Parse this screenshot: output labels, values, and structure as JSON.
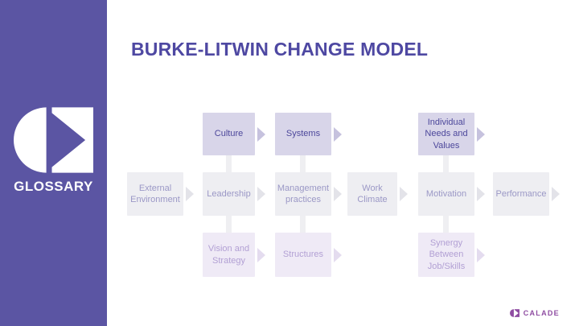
{
  "title": "BURKE-LITWIN CHANGE MODEL",
  "sidebar": {
    "label": "GLOSSARY",
    "logo_icon": "calade-mark"
  },
  "diagram": {
    "boxes": {
      "culture": "Culture",
      "systems": "Systems",
      "individual_needs": "Individual Needs and Values",
      "external_environment": "External Environment",
      "leadership": "Leadership",
      "management_practices": "Management practices",
      "work_climate": "Work Climate",
      "motivation": "Motivation",
      "performance": "Performance",
      "vision_strategy": "Vision and Strategy",
      "structures": "Structures",
      "synergy": "Synergy Between Job/Skills"
    }
  },
  "footer": {
    "brand": "CALADE",
    "logo_icon": "calade-mark"
  },
  "colors": {
    "sidebar_bg": "#5B55A3",
    "accent_purple": "#4E48A2",
    "row_top_bg": "#D8D5E9",
    "row_top_text": "#4C479B",
    "row_top_arrow": "#C6C2DE",
    "row_mid_bg": "#EEEEF2",
    "row_mid_text": "#9B98C6",
    "row_mid_arrow": "#E3E3E9",
    "row_bottom_bg": "#EFEAF6",
    "row_bottom_text": "#B2A0D4",
    "row_bottom_arrow": "#E4DCEF",
    "connector": "#EFEFF2",
    "brand_text": "#8F4DA2"
  }
}
